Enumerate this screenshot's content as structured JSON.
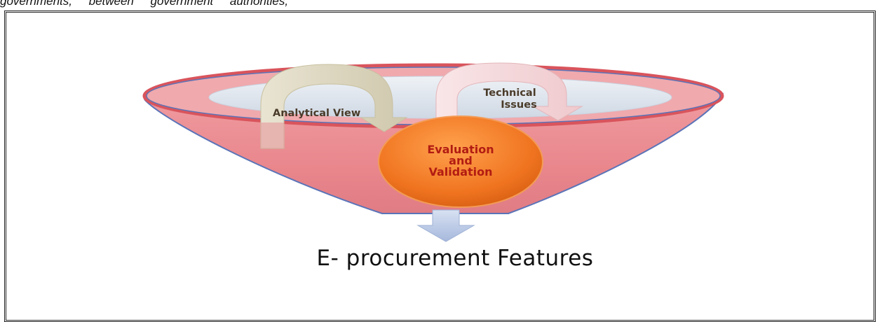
{
  "document": {
    "top_text": "governments,     between     government     authorities,"
  },
  "diagram": {
    "left_arrow_label": "Analytical View",
    "right_arrow_label_line1": "Technical",
    "right_arrow_label_line2": "Issues",
    "center_label_line1": "Evaluation",
    "center_label_line2": "and",
    "center_label_line3": "Validation",
    "caption": "E- procurement Features"
  },
  "colors": {
    "funnel_fill": "#e98a8f",
    "funnel_rim": "#d9545c",
    "funnel_outline": "#5b74b8",
    "inner_ellipse": "#dfe6ef",
    "left_arrow": "#ddd7c2",
    "right_arrow": "#f6d9dc",
    "circle": "#f07420",
    "center_text": "#b21c12",
    "down_arrow": "#b9c8e6"
  }
}
